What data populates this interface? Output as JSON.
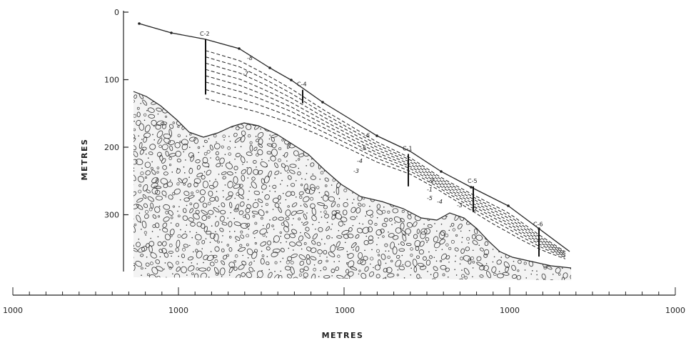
{
  "y_axis": {
    "label": "METRES",
    "ticks": [
      {
        "value": 0,
        "label": "0"
      },
      {
        "value": 100,
        "label": "100"
      },
      {
        "value": 200,
        "label": "200"
      },
      {
        "value": 300,
        "label": "300"
      }
    ]
  },
  "x_axis": {
    "label": "METRES",
    "tick_labels": [
      "1000",
      "1000",
      "1000",
      "1000",
      "1000"
    ]
  },
  "boreholes": [
    {
      "label": "C-2",
      "depth_from": 40,
      "depth_to": 122
    },
    {
      "label": "C-4",
      "depth_from": 115,
      "depth_to": 135
    },
    {
      "label": "C-1",
      "depth_from": 210,
      "depth_to": 258
    },
    {
      "label": "C-5",
      "depth_from": 258,
      "depth_to": 296
    },
    {
      "label": "C-6",
      "depth_from": 322,
      "depth_to": 362
    }
  ],
  "contour_labels": [
    "-8",
    "-7",
    "-6",
    "-5",
    "-4",
    "-3",
    "-2",
    "-1",
    "-5",
    "-4",
    "-3",
    "-2"
  ],
  "colors": {
    "line": "#222222",
    "bedrock_bg": "#f4f4f4"
  }
}
